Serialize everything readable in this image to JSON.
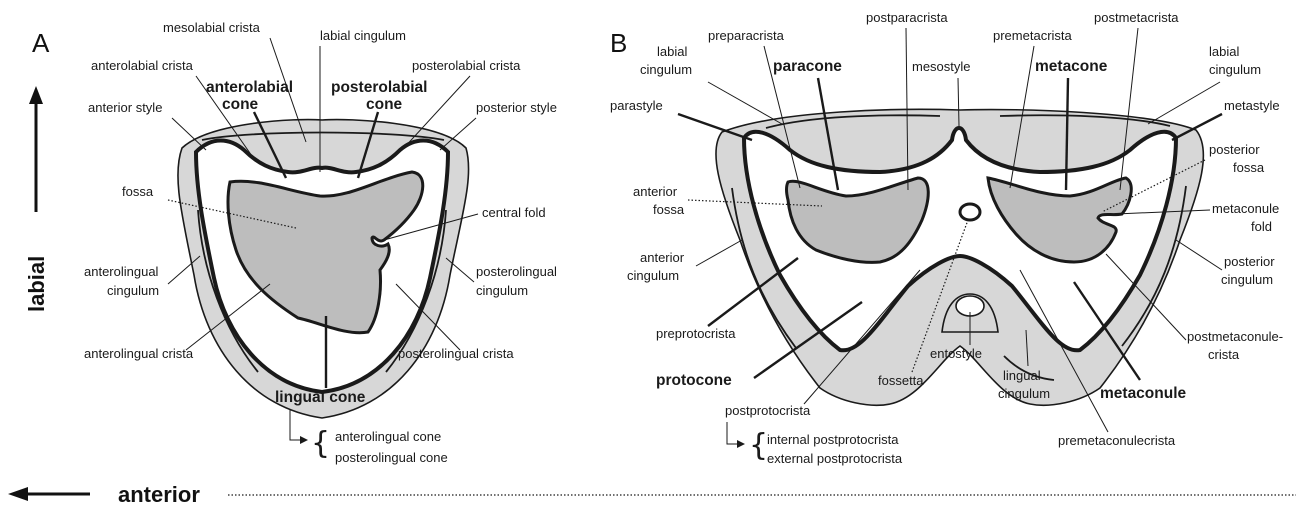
{
  "panels": {
    "a": "A",
    "b": "B"
  },
  "axes": {
    "vertical": "labial",
    "horizontal": "anterior"
  },
  "panel_a": {
    "mesolabial_crista": "mesolabial crista",
    "labial_cingulum": "labial cingulum",
    "anterolabial_crista": "anterolabial crista",
    "posterolabial_crista": "posterolabial crista",
    "anterolabial_cone": [
      "anterolabial",
      "cone"
    ],
    "posterolabial_cone": [
      "posterolabial",
      "cone"
    ],
    "anterior_style": "anterior style",
    "posterior_style": "posterior style",
    "fossa": "fossa",
    "central_fold": "central fold",
    "anterolingual_cingulum": [
      "anterolingual",
      "cingulum"
    ],
    "posterolingual_cingulum": [
      "posterolingual",
      "cingulum"
    ],
    "anterolingual_crista": "anterolingual crista",
    "posterolingual_crista": "posterolingual crista",
    "lingual_cone": "lingual cone",
    "split": [
      "anterolingual cone",
      "posterolingual cone"
    ],
    "split_brace": "{"
  },
  "panel_b": {
    "labial_cingulum_left": [
      "labial",
      "cingulum"
    ],
    "preparacrista": "preparacrista",
    "paracone": "paracone",
    "postparacrista": "postparacrista",
    "mesostyle": "mesostyle",
    "premetacrista": "premetacrista",
    "metacone": "metacone",
    "postmetacrista": "postmetacrista",
    "labial_cingulum_right": [
      "labial",
      "cingulum"
    ],
    "parastyle": "parastyle",
    "metastyle": "metastyle",
    "anterior_fossa": [
      "anterior",
      "fossa"
    ],
    "posterior_fossa": [
      "posterior",
      "fossa"
    ],
    "metaconule_fold": [
      "metaconule",
      "fold"
    ],
    "anterior_cingulum": [
      "anterior",
      "cingulum"
    ],
    "posterior_cingulum": [
      "posterior",
      "cingulum"
    ],
    "preprotocrista": "preprotocrista",
    "postmetaconulecrista": [
      "postmetaconule-",
      "crista"
    ],
    "protocone": "protocone",
    "fossetta": "fossetta",
    "entostyle": "entostyle",
    "lingual_cingulum": [
      "lingual",
      "cingulum"
    ],
    "metaconule": "metaconule",
    "postprotocrista": "postprotocrista",
    "premetaconulecrista": "premetaconulecrista",
    "split": [
      "internal postprotocrista",
      "external postprotocrista"
    ],
    "split_brace": "{"
  }
}
